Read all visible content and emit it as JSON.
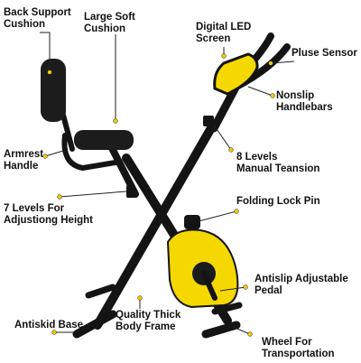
{
  "labels": {
    "back_support": [
      "Back Support",
      "Cushion"
    ],
    "large_soft": [
      "Large Soft",
      "Cushion"
    ],
    "digital_led": [
      "Digital LED",
      "Screen"
    ],
    "pulse_sensor": [
      "Pluse Sensor"
    ],
    "nonslip_handlebars": [
      "Nonslip",
      "Handlebars"
    ],
    "armrest": [
      "Armrest",
      "Handle"
    ],
    "levels_tension": [
      "8 Levels",
      "Manual Teansion"
    ],
    "height_levels": [
      "7 Levels For",
      "Adjustiong Height"
    ],
    "folding_lock": [
      "Folding Lock Pin"
    ],
    "antislip_pedal": [
      "Antislip Adjustable",
      "Pedal"
    ],
    "antiskid_base": [
      "Antiskid Base"
    ],
    "frame": [
      "Quality Thick",
      "Body Frame"
    ],
    "wheel": [
      "Wheel For",
      "Transportation"
    ]
  },
  "colors": {
    "frame": "#141414",
    "accent_yellow": "#f4d800",
    "leader_line": "#222222",
    "dot": "#f0c800"
  }
}
